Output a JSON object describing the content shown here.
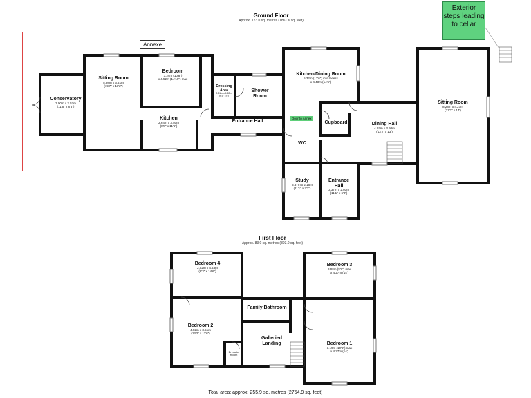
{
  "ground_floor": {
    "title": "Ground Floor",
    "area": "Approx. 173.0 sq. metres (1861.6 sq. feet)",
    "annexe_label": "Annexe",
    "door_label": "Door to Annex",
    "rooms": {
      "conservatory": {
        "name": "Conservatory",
        "dims": "3.00m x 2.57m",
        "imperial": "(11'6\" x 8'5\")"
      },
      "sitting_room_annex": {
        "name": "Sitting Room",
        "dims": "5.98m x 3.41m",
        "imperial": "(19'7\" x 11'2\")"
      },
      "bedroom": {
        "name": "Bedroom",
        "dims": "3.24m (10'8\")",
        "imperial": "x 4.52m (14'10\") max"
      },
      "dressing_area": {
        "name": "Dressing Area",
        "dims": "2.81m x 1.85m",
        "imperial": "(9'3\" x 6')"
      },
      "shower_room": {
        "name": "Shower Room"
      },
      "kitchen_annex": {
        "name": "Kitchen",
        "dims": "2.64m x 3.50m",
        "imperial": "(8'8\" x 11'6\")"
      },
      "entrance_hall_annex": {
        "name": "Entrance Hall"
      },
      "kitchen_dining": {
        "name": "Kitchen/Dining Room",
        "dims": "5.32m (17'6\") into recess",
        "imperial": "x 4.43m (14'6\")"
      },
      "cupboard": {
        "name": "Cupboard"
      },
      "dining_hall": {
        "name": "Dining Hall",
        "dims": "4.02m x 3.98m",
        "imperial": "(13'2\" x 13')"
      },
      "sitting_room": {
        "name": "Sitting Room",
        "dims": "8.28m x 4.27m",
        "imperial": "(27'2\" x 14')"
      },
      "wc": {
        "name": "WC"
      },
      "study": {
        "name": "Study",
        "dims": "3.37m x 2.16m",
        "imperial": "(11'1\" x 7'1\")"
      },
      "entrance_hall": {
        "name": "Entrance Hall",
        "dims": "3.37m x 2.03m",
        "imperial": "(11'1\" x 6'8\")"
      }
    }
  },
  "callout": "Exterior steps leading to cellar",
  "first_floor": {
    "title": "First Floor",
    "area": "Approx. 83.0 sq. metres (893.0 sq. feet)",
    "rooms": {
      "bedroom4": {
        "name": "Bedroom 4",
        "dims": "2.52m x 4.43m",
        "imperial": "(8'3\" x 14'6\")"
      },
      "bedroom3": {
        "name": "Bedroom 3",
        "dims": "2.90m (9'7\") max",
        "imperial": "x 4.27m (14')"
      },
      "family_bathroom": {
        "name": "Family Bathroom"
      },
      "bedroom2": {
        "name": "Bedroom 2",
        "dims": "4.02m x 3.51m",
        "imperial": "(13'2\" x 11'6\")"
      },
      "galleried_landing": {
        "name": "Galleried Landing"
      },
      "ensuite": {
        "name": "En-suite Room"
      },
      "bedroom1": {
        "name": "Bedroom 1",
        "dims": "3.19m (10'6\") max",
        "imperial": "x 4.27m (14')"
      }
    }
  },
  "total_area": "Total area: approx. 255.9 sq. metres (2754.9 sq. feet)"
}
